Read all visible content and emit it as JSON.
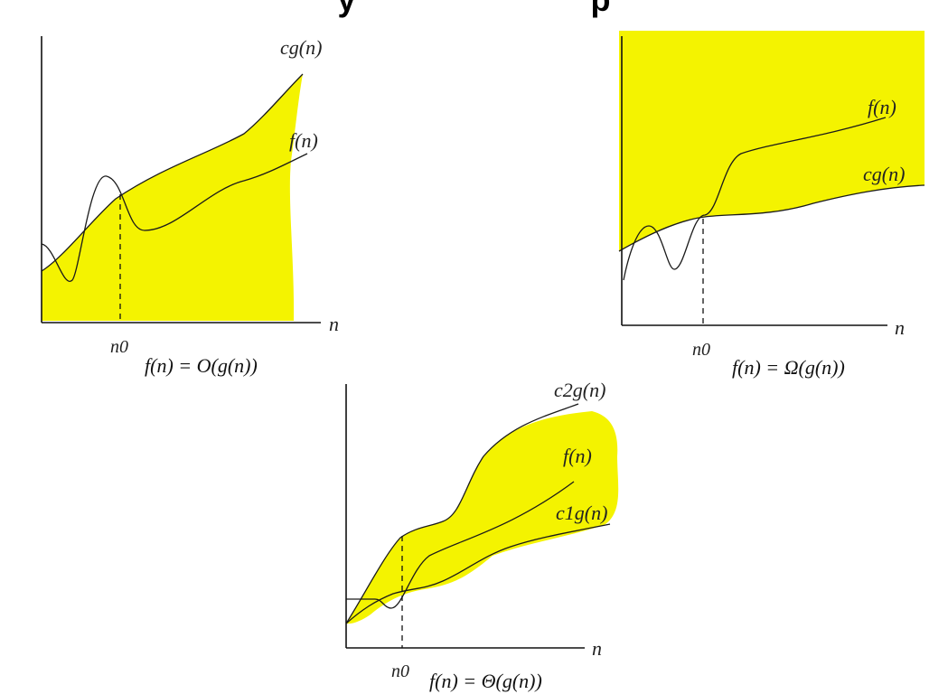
{
  "title_fragment": "y                          p",
  "panels": {
    "big_o": {
      "upper_curve_label": "cg(n)",
      "lower_curve_label": "f(n)",
      "x_axis_label": "n",
      "threshold_label": "n0",
      "caption": "f(n) = O(g(n))"
    },
    "big_omega": {
      "upper_curve_label": "f(n)",
      "lower_curve_label": "cg(n)",
      "x_axis_label": "n",
      "threshold_label": "n0",
      "caption": "f(n) = Ω(g(n))"
    },
    "big_theta": {
      "upper_curve_label": "c2g(n)",
      "middle_curve_label": "f(n)",
      "lower_curve_label": "c1g(n)",
      "x_axis_label": "n",
      "threshold_label": "n0",
      "caption": "f(n) = Θ(g(n))"
    }
  },
  "colors": {
    "shade": "#f4f300",
    "ink": "#1a1a1a",
    "background": "#ffffff"
  }
}
